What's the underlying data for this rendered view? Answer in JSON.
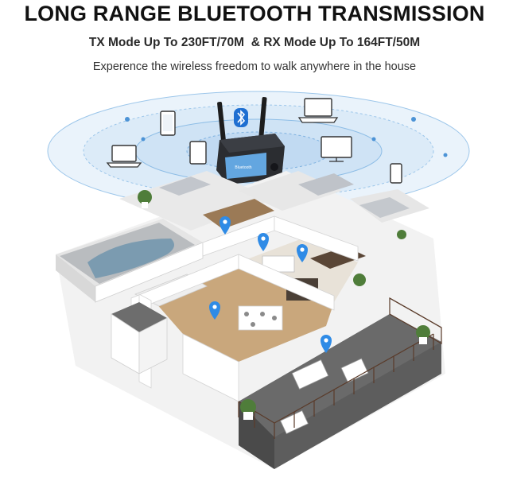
{
  "banner": {
    "headline": "LONG RANGE BLUETOOTH TRANSMISSION",
    "subhead": "TX Mode Up To 230FT/70M  & RX Mode Up To 164FT/50M",
    "tagline": "Experence the wireless freedom to walk anywhere in the house"
  },
  "device": {
    "screen_text": "Bluetooth"
  },
  "icons": {
    "bluetooth": "bluetooth-icon",
    "location_pin": "location-pin-icon",
    "phone": "smartphone-icon",
    "laptop": "laptop-icon",
    "tablet": "tablet-icon",
    "tv": "tv-icon"
  },
  "colors": {
    "signal_ring": "#d6e8f7",
    "signal_ring_edge": "#5a9fd8",
    "pin_blue": "#2f8be6",
    "bluetooth_blue": "#1f6fd1",
    "floor_wood": "#c9a77c",
    "wall_white": "#f4f4f4",
    "deck_dark": "#4a4a4a"
  }
}
